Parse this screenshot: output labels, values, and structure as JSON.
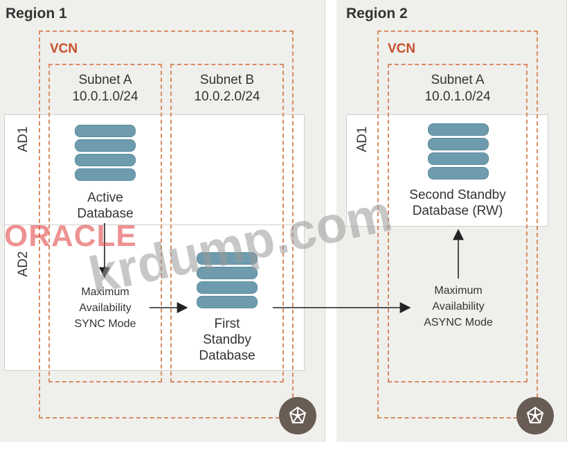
{
  "regions": [
    {
      "title": "Region 1",
      "vcn_label": "VCN",
      "subnets": [
        {
          "name": "Subnet A",
          "cidr": "10.0.1.0/24"
        },
        {
          "name": "Subnet B",
          "cidr": "10.0.2.0/24"
        }
      ],
      "ads": [
        "AD1",
        "AD2"
      ]
    },
    {
      "title": "Region 2",
      "vcn_label": "VCN",
      "subnets": [
        {
          "name": "Subnet A",
          "cidr": "10.0.1.0/24"
        }
      ],
      "ads": [
        "AD1"
      ]
    }
  ],
  "databases": {
    "active": [
      "Active",
      "Database"
    ],
    "first_standby": [
      "First",
      "Standby",
      "Database"
    ],
    "second_standby": [
      "Second Standby",
      "Database (RW)"
    ]
  },
  "modes": {
    "sync": [
      "Maximum",
      "Availability",
      "SYNC Mode"
    ],
    "async": [
      "Maximum",
      "Availability",
      "ASYNC Mode"
    ]
  },
  "watermarks": {
    "brand": "ORACLE",
    "site": "krdump.com"
  },
  "colors": {
    "region_bg": "#efefec",
    "dashed_border": "#d98a62",
    "vcn_label": "#c6512b",
    "db_icon": "#6e9cae",
    "hub_icon": "#685c55"
  },
  "icons": {
    "database": "database-icon",
    "hub": "network-hub-icon"
  }
}
